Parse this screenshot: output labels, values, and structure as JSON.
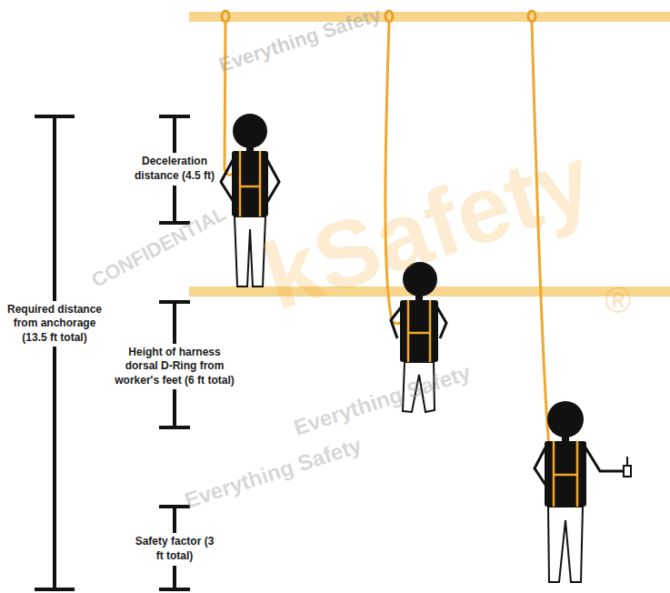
{
  "diagram": {
    "labels": [
      "Everything Safety",
      "Deceleration distance (4.5 ft)",
      "CONFIDENTIAL",
      "kSafety",
      "Required distance from anchorage (13.5 ft total)",
      "®",
      "Height of harness dorsal D-Ring from worker's feet (6 ft total)",
      "Everything Safety",
      "Everything Safety",
      "Safety factor (3 ft total)"
    ]
  }
}
